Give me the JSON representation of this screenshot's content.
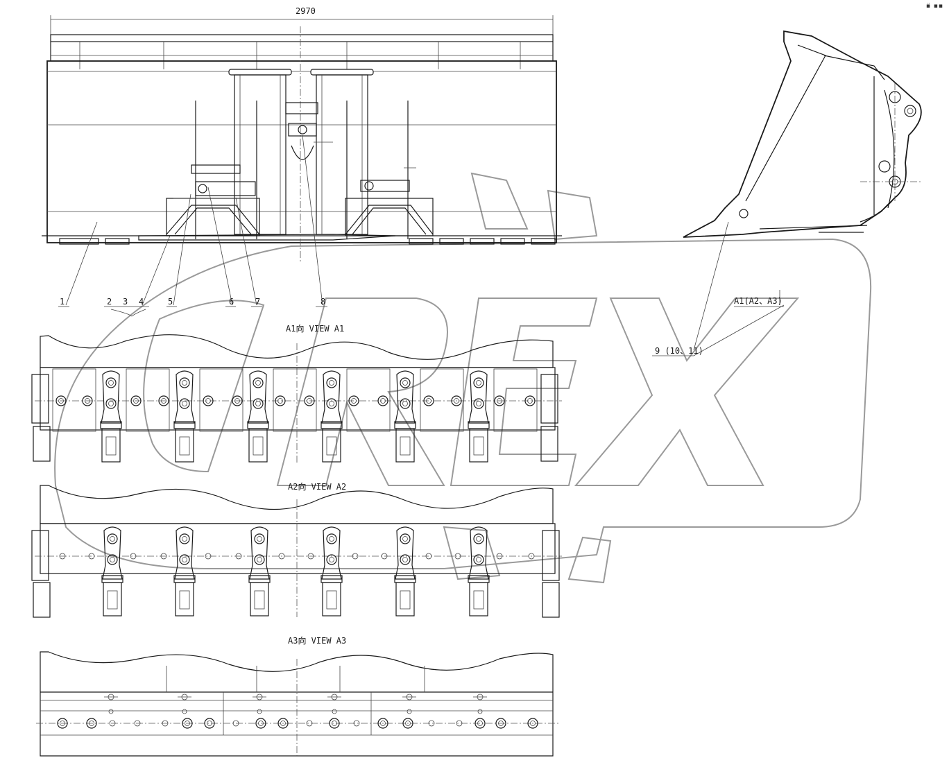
{
  "top_view": {
    "dimension": "2970",
    "callouts": [
      "1",
      "2",
      "3",
      "4",
      "5",
      "6",
      "7",
      "8"
    ]
  },
  "side_view": {
    "callout": "9 (10、11)",
    "view_ref": "A1(A2、A3)"
  },
  "views": [
    {
      "title": "A1向   VIEW A1"
    },
    {
      "title": "A2向   VIEW A2"
    },
    {
      "title": "A3向   VIEW A3"
    }
  ],
  "watermark": {
    "text": "OREX"
  },
  "corner_mark": "▪̈ ▪▪"
}
